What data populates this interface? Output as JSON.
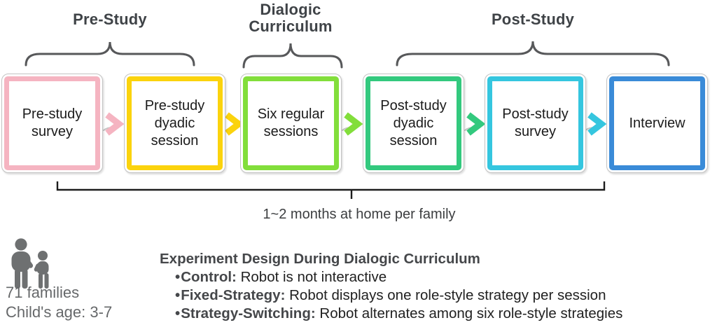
{
  "phases": [
    {
      "label": "Pre-Study"
    },
    {
      "label": "Dialogic Curriculum"
    },
    {
      "label": "Post-Study"
    }
  ],
  "steps": [
    {
      "label": "Pre-study survey",
      "color": "#F5B4C1"
    },
    {
      "label": "Pre-study dyadic session",
      "color": "#FBD30D"
    },
    {
      "label": "Six regular sessions",
      "color": "#82DE3B"
    },
    {
      "label": "Post-study dyadic session",
      "color": "#33C97E"
    },
    {
      "label": "Post-study survey",
      "color": "#35C6DF"
    },
    {
      "label": "Interview",
      "color": "#3A8BD8"
    }
  ],
  "timeline": {
    "label": "1~2 months at home per family"
  },
  "participants": {
    "families": "71 families",
    "age": "Child's age: 3-7"
  },
  "experiment": {
    "title": "Experiment Design During Dialogic Curriculum",
    "bullet_char": "•",
    "bullets": [
      {
        "term": "Control:",
        "desc": "Robot is not interactive"
      },
      {
        "term": "Fixed-Strategy:",
        "desc": "Robot displays one role-style strategy per session"
      },
      {
        "term": "Strategy-Switching:",
        "desc": "Robot alternates among six role-style strategies"
      }
    ]
  },
  "colors": {
    "brace": "#57585a",
    "bracket": "#1d1d1d",
    "connector": "#c5c5c5",
    "icon_gray": "#6e7071"
  }
}
